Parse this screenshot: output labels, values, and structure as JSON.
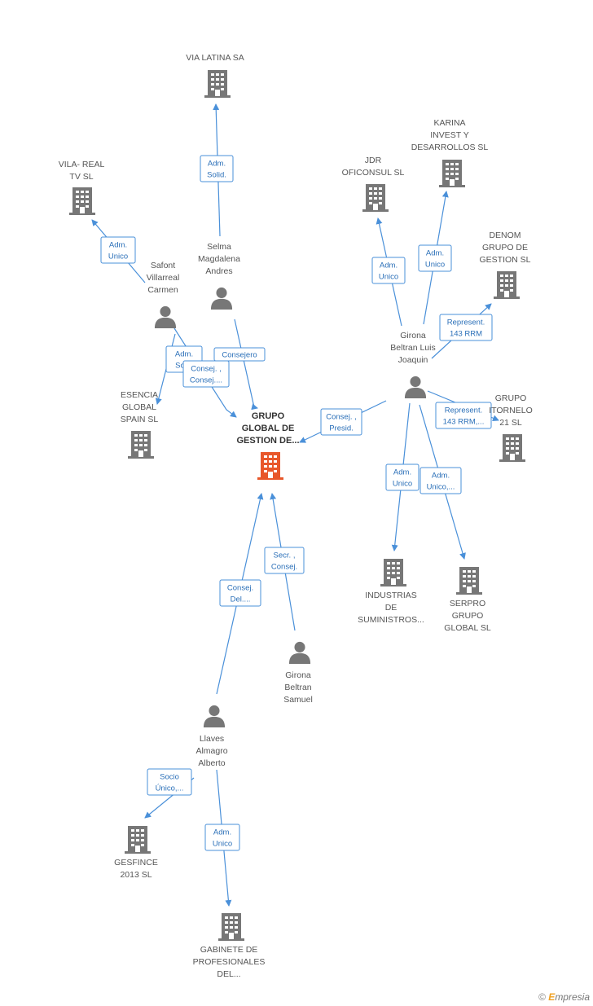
{
  "colors": {
    "edge": "#4a90d9",
    "node": "#777777",
    "center_node": "#e8572a",
    "label_text": "#2a6fb8"
  },
  "nodes": [
    {
      "id": "via_latina",
      "type": "company",
      "lines": [
        "VIA LATINA SA"
      ],
      "icon": "building-icon"
    },
    {
      "id": "vila_real",
      "type": "company",
      "lines": [
        "VILA- REAL",
        "TV SL"
      ],
      "icon": "building-icon"
    },
    {
      "id": "selma",
      "type": "person",
      "lines": [
        "Selma",
        "Magdalena",
        "Andres"
      ],
      "icon": "person-icon"
    },
    {
      "id": "safont",
      "type": "person",
      "lines": [
        "Safont",
        "Villarreal",
        "Carmen"
      ],
      "icon": "person-icon"
    },
    {
      "id": "esencia",
      "type": "company",
      "lines": [
        "ESENCIA",
        "GLOBAL",
        "SPAIN SL"
      ],
      "icon": "building-icon"
    },
    {
      "id": "grupo_global",
      "type": "company-main",
      "lines": [
        "GRUPO",
        "GLOBAL DE",
        "GESTION DE..."
      ],
      "icon": "building-icon"
    },
    {
      "id": "jdr",
      "type": "company",
      "lines": [
        "JDR",
        "OFICONSUL SL"
      ],
      "icon": "building-icon"
    },
    {
      "id": "karina",
      "type": "company",
      "lines": [
        "KARINA",
        "INVEST Y",
        "DESARROLLOS SL"
      ],
      "icon": "building-icon"
    },
    {
      "id": "denom",
      "type": "company",
      "lines": [
        "DENOM",
        "GRUPO DE",
        "GESTION SL"
      ],
      "icon": "building-icon"
    },
    {
      "id": "girona_luis",
      "type": "person",
      "lines": [
        "Girona",
        "Beltran Luis",
        "Joaquin"
      ],
      "icon": "person-icon"
    },
    {
      "id": "grupo_itornelo",
      "type": "company",
      "lines": [
        "GRUPO",
        "ITORNELO",
        "21 SL"
      ],
      "icon": "building-icon"
    },
    {
      "id": "industrias",
      "type": "company",
      "lines": [
        "INDUSTRIAS",
        "DE",
        "SUMINISTROS..."
      ],
      "icon": "building-icon"
    },
    {
      "id": "serpro",
      "type": "company",
      "lines": [
        "SERPRO",
        "GRUPO",
        "GLOBAL SL"
      ],
      "icon": "building-icon"
    },
    {
      "id": "girona_samuel",
      "type": "person",
      "lines": [
        "Girona",
        "Beltran",
        "Samuel"
      ],
      "icon": "person-icon"
    },
    {
      "id": "llaves",
      "type": "person",
      "lines": [
        "Llaves",
        "Almagro",
        "Alberto"
      ],
      "icon": "person-icon"
    },
    {
      "id": "gesfince",
      "type": "company",
      "lines": [
        "GESFINCE",
        "2013  SL"
      ],
      "icon": "building-icon"
    },
    {
      "id": "gabinete",
      "type": "company",
      "lines": [
        "GABINETE DE",
        "PROFESIONALES",
        "DEL..."
      ],
      "icon": "building-icon"
    }
  ],
  "edges": [
    {
      "from": "selma",
      "to": "via_latina",
      "label": [
        "Adm.",
        "Solid."
      ]
    },
    {
      "from": "safont",
      "to": "vila_real",
      "label": [
        "Adm.",
        "Unico"
      ]
    },
    {
      "from": "safont",
      "to": "esencia",
      "label": [
        "Adm.",
        "Sol..."
      ]
    },
    {
      "from": "safont",
      "to": "grupo_global",
      "label": [
        "Consej. ,",
        "Consej...."
      ]
    },
    {
      "from": "selma",
      "to": "grupo_global",
      "label": [
        "Consejero"
      ]
    },
    {
      "from": "girona_luis",
      "to": "jdr",
      "label": [
        "Adm.",
        "Unico"
      ]
    },
    {
      "from": "girona_luis",
      "to": "karina",
      "label": [
        "Adm.",
        "Unico"
      ]
    },
    {
      "from": "girona_luis",
      "to": "denom",
      "label": [
        "Represent.",
        "143 RRM"
      ]
    },
    {
      "from": "girona_luis",
      "to": "grupo_global",
      "label": [
        "Consej. ,",
        "Presid."
      ]
    },
    {
      "from": "girona_luis",
      "to": "grupo_itornelo",
      "label": [
        "Represent.",
        "143 RRM,..."
      ]
    },
    {
      "from": "girona_luis",
      "to": "industrias",
      "label": [
        "Adm.",
        "Unico"
      ]
    },
    {
      "from": "girona_luis",
      "to": "serpro",
      "label": [
        "Adm.",
        "Unico,..."
      ]
    },
    {
      "from": "girona_samuel",
      "to": "grupo_global",
      "label": [
        "Secr. ,",
        "Consej."
      ]
    },
    {
      "from": "llaves",
      "to": "grupo_global",
      "label": [
        "Consej.",
        "Del...."
      ]
    },
    {
      "from": "llaves",
      "to": "gesfince",
      "label": [
        "Socio",
        "Único,..."
      ]
    },
    {
      "from": "llaves",
      "to": "gabinete",
      "label": [
        "Adm.",
        "Unico"
      ]
    }
  ],
  "footer": {
    "copyright": "©",
    "brand_first": "E",
    "brand_rest": "mpresia"
  }
}
